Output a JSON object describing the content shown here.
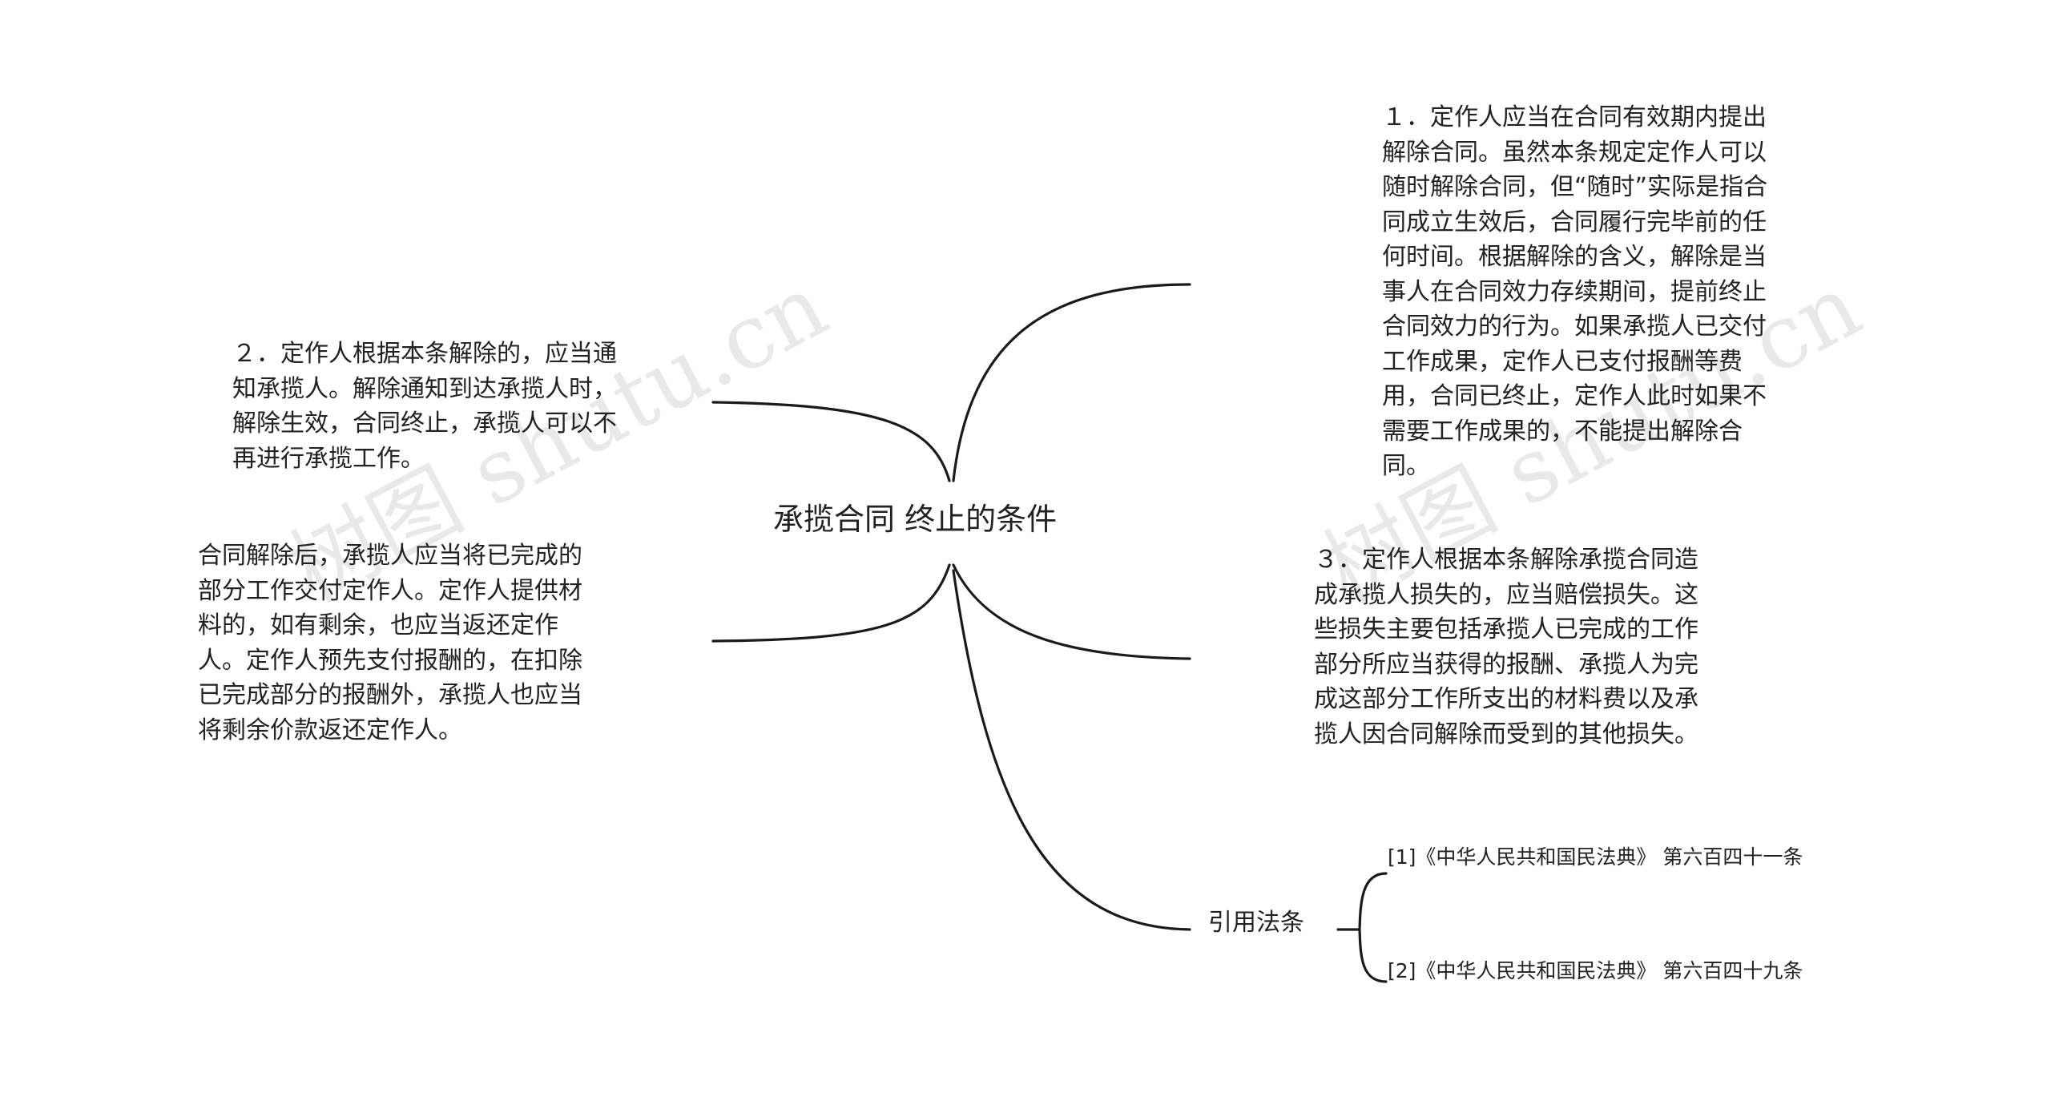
{
  "center": {
    "title": "承揽合同 终止的条件"
  },
  "branches": {
    "right_1": "１．定作人应当在合同有效期内提出解除合同。虽然本条规定定作人可以随时解除合同，但“随时”实际是指合同成立生效后，合同履行完毕前的任何时间。根据解除的含义，解除是当事人在合同效力存续期间，提前终止合同效力的行为。如果承揽人已交付工作成果，定作人已支付报酬等费用，合同已终止，定作人此时如果不需要工作成果的，不能提出解除合同。",
    "right_2": "３．定作人根据本条解除承揽合同造成承揽人损失的，应当赔偿损失。这些损失主要包括承揽人已完成的工作部分所应当获得的报酬、承揽人为完成这部分工作所支出的材料费以及承揽人因合同解除而受到的其他损失。",
    "left_1": "２．定作人根据本条解除的，应当通知承揽人。解除通知到达承揽人时，解除生效，合同终止，承揽人可以不再进行承揽工作。",
    "left_2": "合同解除后，承揽人应当将已完成的部分工作交付定作人。定作人提供材料的，如有剩余，也应当返还定作人。定作人预先支付报酬的，在扣除已完成部分的报酬外，承揽人也应当将剩余价款返还定作人。"
  },
  "references": {
    "label": "引用法条",
    "items": [
      "[1]《中华人民共和国民法典》 第六百四十一条",
      "[2]《中华人民共和国民法典》 第六百四十九条"
    ]
  },
  "watermark": {
    "text": "树图 shutu.cn"
  },
  "colors": {
    "line": "#1a1a1a",
    "text": "#222222",
    "watermark": "#aaaaaa",
    "background": "#ffffff"
  }
}
